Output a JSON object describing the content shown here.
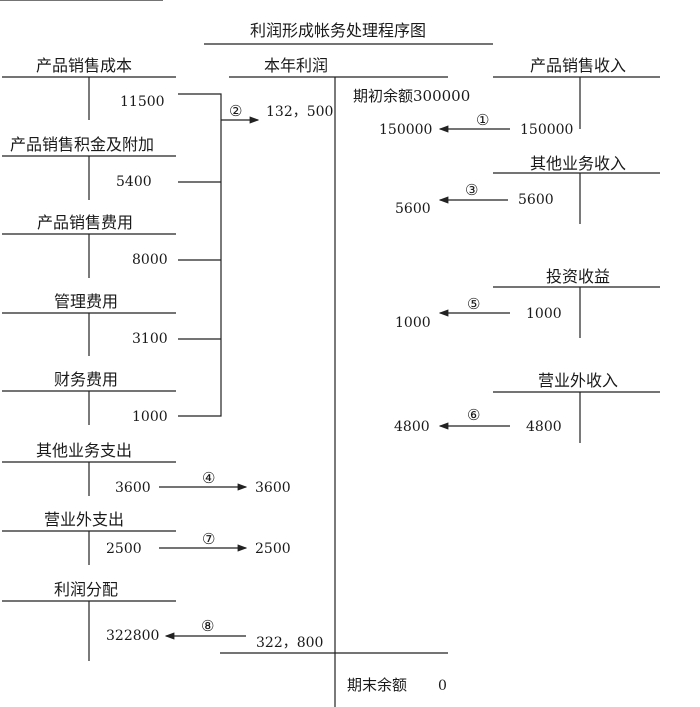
{
  "title": "利润形成帐务处理程序图",
  "center_account": {
    "name": "本年利润",
    "opening_balance_label": "期初余额300000",
    "debit_total": "132，500",
    "closing_transfer": "322，800",
    "closing_balance_label": "期末余额",
    "closing_balance_value": "0"
  },
  "left_accounts": [
    {
      "name": "产品销售成本",
      "amount": "11500"
    },
    {
      "name": "产品销售积金及附加",
      "amount": "5400"
    },
    {
      "name": "产品销售费用",
      "amount": "8000"
    },
    {
      "name": "管理费用",
      "amount": "3100"
    },
    {
      "name": "财务费用",
      "amount": "1000"
    },
    {
      "name": "其他业务支出",
      "amount": "3600",
      "step": "④",
      "target_amount": "3600"
    },
    {
      "name": "营业外支出",
      "amount": "2500",
      "step": "⑦",
      "target_amount": "2500"
    },
    {
      "name": "利润分配",
      "amount": "322800",
      "step": "⑧"
    }
  ],
  "left_group_step": "②",
  "right_accounts": [
    {
      "name": "产品销售收入",
      "amount": "150000",
      "step": "①",
      "target_amount": "150000"
    },
    {
      "name": "其他业务收入",
      "amount": "5600",
      "step": "③",
      "target_amount": "5600"
    },
    {
      "name": "投资收益",
      "amount": "1000",
      "step": "⑤",
      "target_amount": "1000"
    },
    {
      "name": "营业外收入",
      "amount": "4800",
      "step": "⑥",
      "target_amount": "4800"
    }
  ]
}
